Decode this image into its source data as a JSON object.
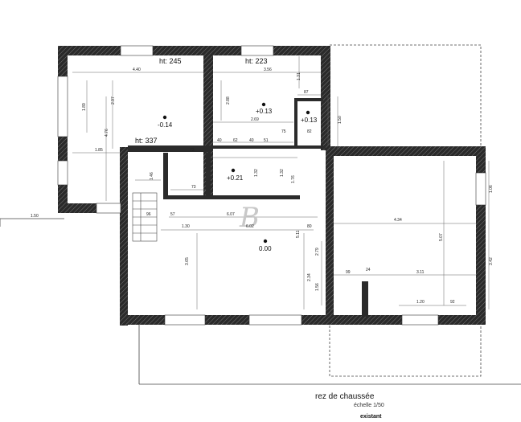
{
  "drawing": {
    "title": "rez de chaussée",
    "scale": "échelle 1/50",
    "status": "existant",
    "watermark": "B"
  },
  "ceiling_heights": [
    "ht: 245",
    "ht: 223",
    "ht: 337"
  ],
  "levels": [
    "-0.14",
    "+0.13",
    "+0.13",
    "+0.21",
    "0.00"
  ],
  "dimensions": [
    "4.40",
    "3.56",
    "1.31",
    "87",
    "1.89",
    "2.97",
    "4.76",
    "2.88",
    "2.69",
    "75",
    "82",
    "1.50",
    "1.85",
    "73",
    "40",
    "62",
    "40",
    "51",
    "1.46",
    "73",
    "1.32",
    "1.32",
    "1.76",
    "1.50",
    "57",
    "6.07",
    "1.30",
    "6.02",
    "5.11",
    "80",
    "4.34",
    "5.07",
    "1.06",
    "3.42",
    "3.65",
    "2.79",
    "2.34",
    "1.56",
    "99",
    "24",
    "3.11",
    "1.20",
    "92",
    "96"
  ]
}
